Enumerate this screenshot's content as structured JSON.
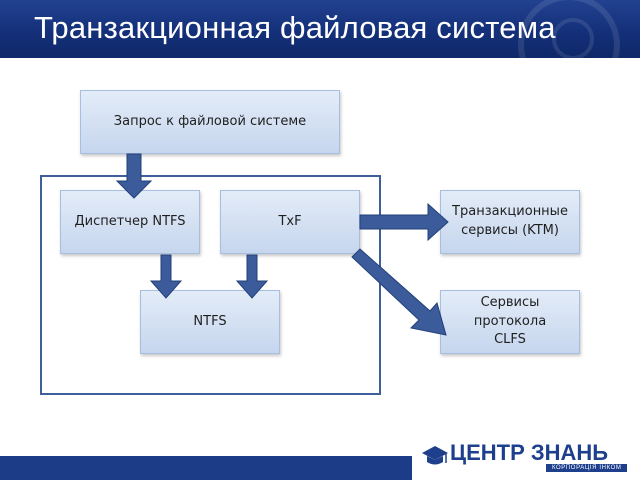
{
  "slide": {
    "title": "Транзакционная файловая система"
  },
  "diagram": {
    "request_box": "Запрос к файловой системе",
    "ntfs_dispatcher_box": "Диспетчер NTFS",
    "txf_box": "TxF",
    "ntfs_box": "NTFS",
    "ktm_box": "Транзакционные сервисы (KTM)",
    "clfs_box": "Сервисы протокола CLFS"
  },
  "logo": {
    "name": "ЦЕНТР ЗНАНЬ",
    "subtitle": "КОРПОРАЦІЯ ІНКОМ",
    "icon": "graduation-cap-icon"
  },
  "colors": {
    "header": "#14307a",
    "box_fill": "#c6d6ee",
    "arrow": "#3b5b9a",
    "container_border": "#3f5f9c"
  }
}
